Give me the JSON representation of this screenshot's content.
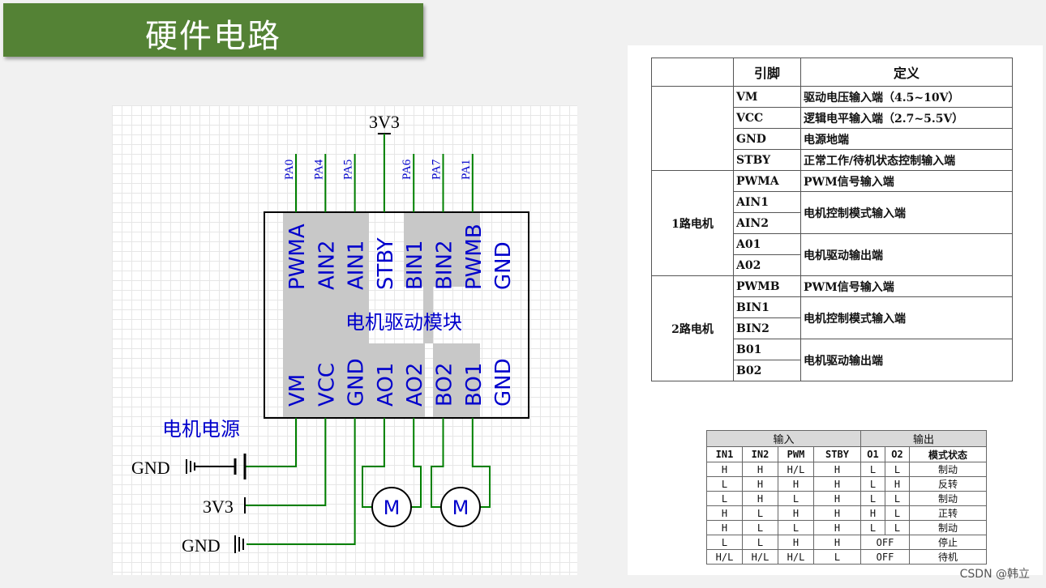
{
  "title": "硬件电路",
  "circuit": {
    "supply_top": "3V3",
    "top_nets": [
      "PA0",
      "PA4",
      "PA5",
      "PA6",
      "PA7",
      "PA1"
    ],
    "module_pins_top": [
      "PWMA",
      "AIN2",
      "AIN1",
      "STBY",
      "BIN1",
      "BIN2",
      "PWMB",
      "GND"
    ],
    "module_pins_bottom": [
      "VM",
      "VCC",
      "GND",
      "AO1",
      "AO2",
      "BO2",
      "BO1",
      "GND"
    ],
    "module_label": "电机驱动模块",
    "power_label": "电机电源",
    "left_labels": [
      "GND",
      "3V3",
      "GND"
    ],
    "motor_label": "M",
    "colors": {
      "wire": "#008000",
      "text": "#0000cc",
      "pin_shade": "#c8c8c8",
      "net_label": "#0000cc"
    }
  },
  "pin_table": {
    "headers": [
      "",
      "引脚",
      "定义"
    ],
    "groups": [
      {
        "label": "",
        "rows": [
          {
            "pin": "VM",
            "def": "驱动电压输入端（4.5~10V）"
          },
          {
            "pin": "VCC",
            "def": "逻辑电平输入端（2.7~5.5V）"
          },
          {
            "pin": "GND",
            "def": "电源地端"
          },
          {
            "pin": "STBY",
            "def": "正常工作/待机状态控制输入端"
          }
        ]
      },
      {
        "label": "1路电机",
        "rows": [
          {
            "pin": "PWMA",
            "def": "PWM信号输入端"
          },
          {
            "pin": "AIN1",
            "def": "电机控制模式输入端"
          },
          {
            "pin": "AIN2",
            "def": ""
          },
          {
            "pin": "A01",
            "def": "电机驱动输出端"
          },
          {
            "pin": "A02",
            "def": ""
          }
        ]
      },
      {
        "label": "2路电机",
        "rows": [
          {
            "pin": "PWMB",
            "def": "PWM信号输入端"
          },
          {
            "pin": "BIN1",
            "def": "电机控制模式输入端"
          },
          {
            "pin": "BIN2",
            "def": ""
          },
          {
            "pin": "B01",
            "def": "电机驱动输出端"
          },
          {
            "pin": "B02",
            "def": ""
          }
        ]
      }
    ]
  },
  "truth_table": {
    "group_headers": [
      "输入",
      "输出"
    ],
    "columns": [
      "IN1",
      "IN2",
      "PWM",
      "STBY",
      "O1",
      "O2",
      "模式状态"
    ],
    "rows": [
      [
        "H",
        "H",
        "H/L",
        "H",
        "L",
        "L",
        "制动"
      ],
      [
        "L",
        "H",
        "H",
        "H",
        "L",
        "H",
        "反转"
      ],
      [
        "L",
        "H",
        "L",
        "H",
        "L",
        "L",
        "制动"
      ],
      [
        "H",
        "L",
        "H",
        "H",
        "H",
        "L",
        "正转"
      ],
      [
        "H",
        "L",
        "L",
        "H",
        "L",
        "L",
        "制动"
      ],
      [
        "L",
        "L",
        "H",
        "H",
        "OFF",
        "",
        "停止"
      ],
      [
        "H/L",
        "H/L",
        "H/L",
        "L",
        "OFF",
        "",
        "待机"
      ]
    ]
  },
  "watermark": "CSDN @韩立"
}
